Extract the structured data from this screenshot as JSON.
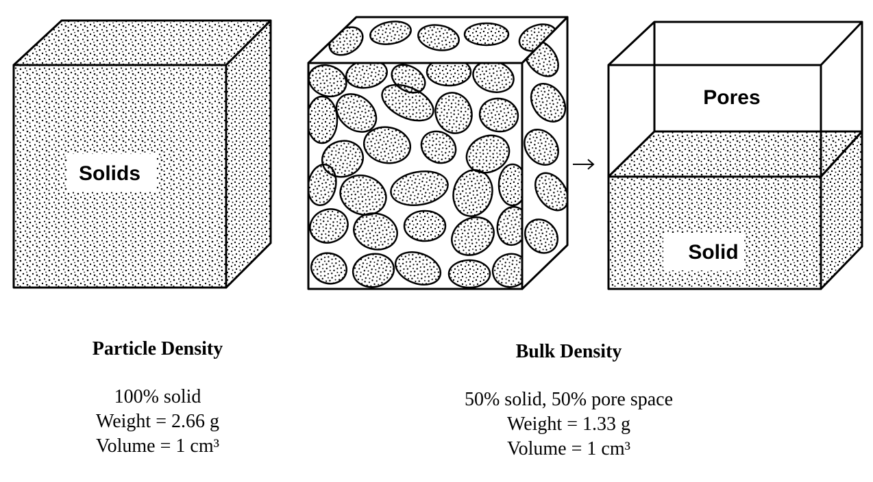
{
  "labels": {
    "solids": "Solids",
    "pores": "Pores",
    "solid": "Solid"
  },
  "particle_density": {
    "title": "Particle Density",
    "line1": "100% solid",
    "line2": "Weight = 2.66 g",
    "line3": "Volume = 1 cm³"
  },
  "bulk_density": {
    "title": "Bulk Density",
    "line1": "50% solid, 50% pore space",
    "line2": "Weight = 1.33 g",
    "line3": "Volume = 1 cm³"
  },
  "arrow_icon": "right-arrow-icon",
  "colors": {
    "ink": "#000000",
    "paper": "#ffffff"
  }
}
